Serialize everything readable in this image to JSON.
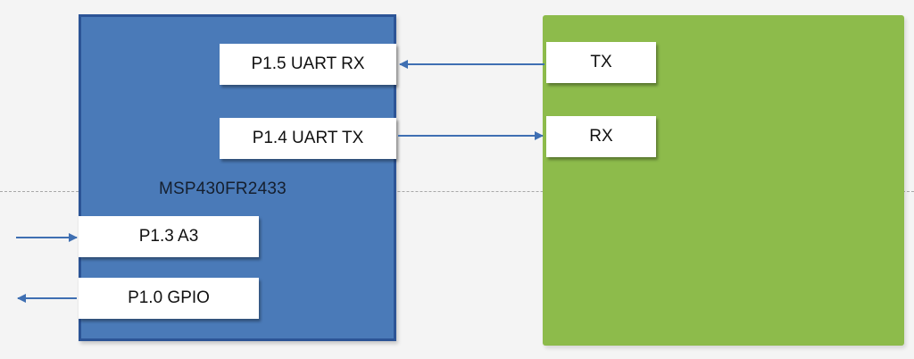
{
  "diagram": {
    "mcu_label": "MSP430FR2433",
    "pins": {
      "uart_rx": "P1.5 UART RX",
      "uart_tx": "P1.4 UART TX",
      "a3": "P1.3 A3",
      "gpio": "P1.0 GPIO"
    },
    "peer_pins": {
      "tx": "TX",
      "rx": "RX"
    }
  },
  "colors": {
    "mcu_fill": "#4a7ab8",
    "mcu_border": "#2c5496",
    "peer_fill": "#8dbb4b",
    "wire": "#3f6fb2",
    "background": "#f4f4f4"
  }
}
